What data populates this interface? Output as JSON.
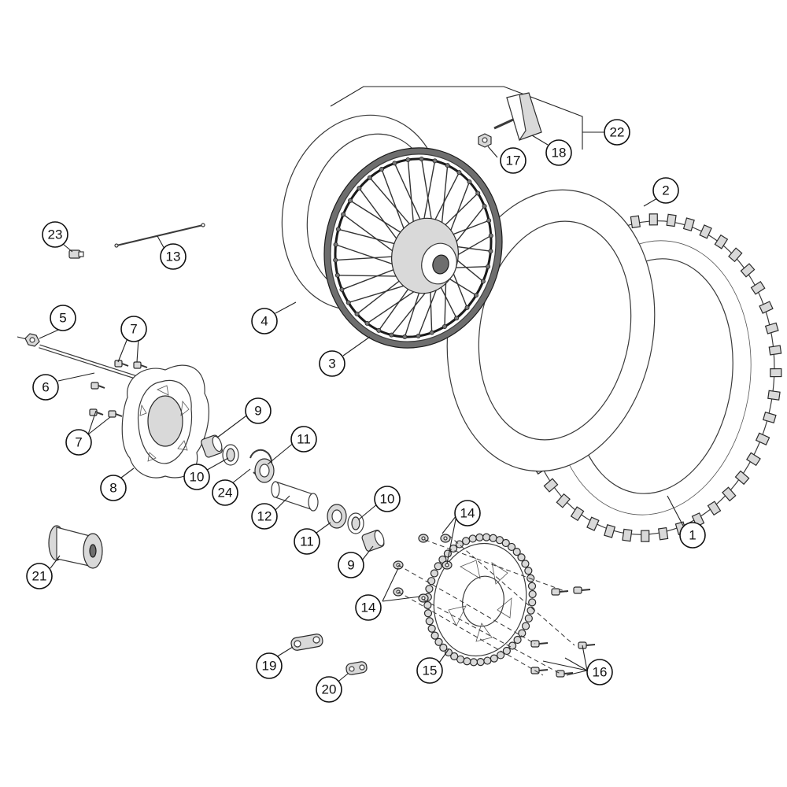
{
  "callouts": {
    "c1": "1",
    "c2": "2",
    "c3": "3",
    "c4": "4",
    "c5": "5",
    "c6": "6",
    "c7a": "7",
    "c7b": "7",
    "c8": "8",
    "c9a": "9",
    "c9b": "9",
    "c10a": "10",
    "c10b": "10",
    "c11a": "11",
    "c11b": "11",
    "c12": "12",
    "c13": "13",
    "c14a": "14",
    "c14b": "14",
    "c15": "15",
    "c16": "16",
    "c17": "17",
    "c18": "18",
    "c19": "19",
    "c20": "20",
    "c21": "21",
    "c22": "22",
    "c23": "23",
    "c24": "24"
  }
}
